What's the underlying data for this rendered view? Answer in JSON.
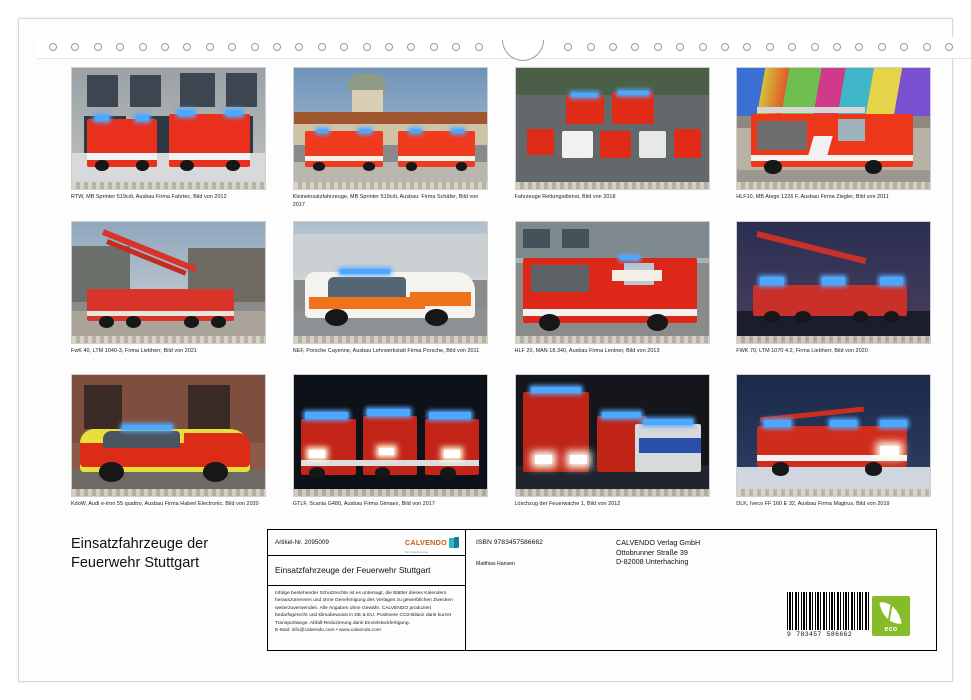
{
  "page": {
    "kind": "calendar-back-cover",
    "title_line_1": "Einsatzfahrzeuge der",
    "title_line_2": "Feuerwehr Stuttgart"
  },
  "photos": [
    {
      "id": "photo-1",
      "caption": "RTW, MB Sprinter 519cdi, Ausbau Firma Fahrtec, Bild von 2012",
      "alt": "Two red RTW ambulances parked in front of a grey fire station",
      "scene": "station-day"
    },
    {
      "id": "photo-2",
      "caption": "Kleineinsatzfahrzeuge, MB Sprinter 519cdi, Ausbau: Firma Schäfer, Bild von 2017",
      "alt": "Two red Sprinter vans in front of a historic domed building",
      "scene": "dome-day"
    },
    {
      "id": "photo-3",
      "caption": "Fahrzeuge Rettungsdienst, Bild von 2018",
      "alt": "Fleet of red rescue service vehicles on asphalt seen from above",
      "scene": "fleet-aerial"
    },
    {
      "id": "photo-4",
      "caption": "HLF10, MB Atego 1226 F, Ausbau Firma Ziegler, Bild von 2011",
      "alt": "Red HLF10 fire engine in front of a graffiti wall",
      "scene": "graffiti-day"
    },
    {
      "id": "photo-5",
      "caption": "FwK 40, LTM 1040-3, Firma Liebherr, Bild von 2021",
      "alt": "Red mobile fire crane with boom extended",
      "scene": "crane-day"
    },
    {
      "id": "photo-6",
      "caption": "NEF, Porsche Cayenne, Ausbau Lehrwerkstatt Firma Porsche, Bild von 2011",
      "alt": "Orange and white Porsche Cayenne emergency doctor vehicle",
      "scene": "porsche-day"
    },
    {
      "id": "photo-7",
      "caption": "HLF 20, MAN 18.340, Ausbau Firma Lentner, Bild von 2013",
      "alt": "Red HLF 20 fire engine in front of a building",
      "scene": "hlf20-day"
    },
    {
      "id": "photo-8",
      "caption": "FWK 70, LTM 1070 4.2, Firma Liebherr, Bild von 2020",
      "alt": "Red fire crane at night with blue lights flashing",
      "scene": "crane-night"
    },
    {
      "id": "photo-9",
      "caption": "KdoW, Audi e-tron 55 quattro, Ausbau Firma Haberl Electronic, Bild von 2020",
      "alt": "Red and yellow Audi e-tron command car in front of a brick building",
      "scene": "etron-day"
    },
    {
      "id": "photo-10",
      "caption": "GTLF, Scania G480, Ausbau Firma Gimaex, Bild von  2017",
      "alt": "Red Scania tanker fire engines at night with blue lights",
      "scene": "gtlf-night"
    },
    {
      "id": "photo-11",
      "caption": "Löschzug der Feuerwache 1, Bild von 2012",
      "alt": "Fire brigade convoy at night with flashing blue lights",
      "scene": "convoy-night"
    },
    {
      "id": "photo-12",
      "caption": "DLK, Iveco FF 160 E 32, Ausbau Firma Magirus, Bild von 2019",
      "alt": "Red turntable ladder truck at dusk in the snow with blue lights",
      "scene": "dlk-dusk"
    }
  ],
  "info_box": {
    "article_label": "Artikel-Nr. 2095009",
    "brand": {
      "name": "CALVENDO",
      "tagline": "Der Kalenderverlag",
      "word_color": "#c75b12",
      "book_color": "#27b9c9"
    },
    "product_name": "Einsatzfahrzeuge der Feuerwehr Stuttgart",
    "legal_text": "Infolge bestehender Schutzrechte ist es untersagt, die Blätter dieses Kalenders herauszutrennen und ohne Genehmigung des Verlages zu gewerblichen Zwecken weiterzuverwenden. Alle Angaben ohne Gewähr. CALVENDO produziert bedarfsgerecht und klimabewusst in DE & EU. Positivere CO2-Bilanz dank kurzer Transportwege. Abfall-Reduzierung dank Einzelstückfertigung.\nE-Mail: info@calvendo.com • www.calvendo.com",
    "isbn": "ISBN 9783457586662",
    "author": "Matthias Hansen",
    "publisher_address": "CALVENDO Verlag GmbH\nOttobrunner Straße 39\nD-82008 Unterhaching"
  },
  "barcode": {
    "lead_digit": "9",
    "group_1": "783457",
    "group_2": "586662"
  },
  "eco_badge": {
    "label": "eco",
    "color": "#86bc2a"
  }
}
